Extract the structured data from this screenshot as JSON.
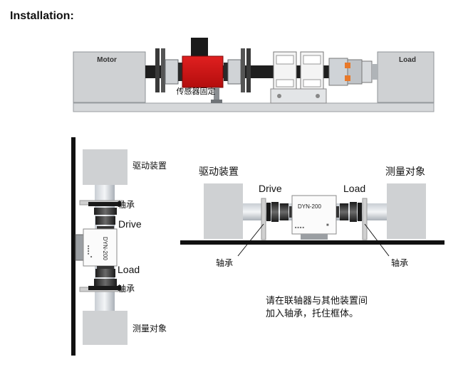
{
  "page": {
    "title": "Installation:"
  },
  "top_diagram": {
    "motor_label": "Motor",
    "load_label": "Load",
    "sensor_note": "传感器固定"
  },
  "vertical_diagram": {
    "drive_device": "驱动装置",
    "bearing_top": "轴承",
    "drive": "Drive",
    "sensor_model": "DYN-200",
    "load": "Load",
    "bearing_bottom": "轴承",
    "measured_object": "测量对象"
  },
  "horizontal_diagram": {
    "drive_device": "驱动装置",
    "drive": "Drive",
    "load": "Load",
    "measured_object": "测量对象",
    "sensor_model": "DYN-200",
    "bearing_left": "轴承",
    "bearing_right": "轴承"
  },
  "note": {
    "line1": "请在联轴器与其他装置间",
    "line2": "加入轴承，托住框体。"
  }
}
